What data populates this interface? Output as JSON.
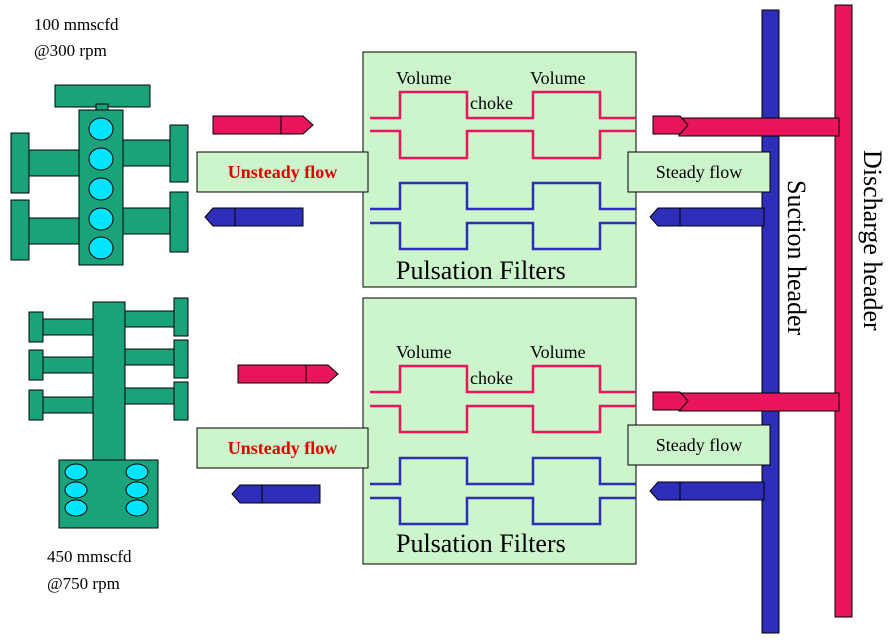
{
  "compressor_top": {
    "capacity": "100 mmscfd",
    "speed": "@300 rpm"
  },
  "compressor_bottom": {
    "capacity": "450 mmscfd",
    "speed": "@750 rpm"
  },
  "filter_top": {
    "title": "Pulsation Filters",
    "volume_left": "Volume",
    "volume_right": "Volume",
    "choke": "choke"
  },
  "filter_bottom": {
    "title": "Pulsation Filters",
    "volume_left": "Volume",
    "volume_right": "Volume",
    "choke": "choke"
  },
  "unsteady_top": "Unsteady flow",
  "unsteady_bottom": "Unsteady flow",
  "steady_top": "Steady flow",
  "steady_bottom": "Steady flow",
  "suction_header": "Suction header",
  "discharge_header": "Discharge header",
  "colors": {
    "discharge": "#e8155c",
    "suction": "#2e2eb8",
    "machine": "#1aa37a",
    "cylinder": "#00e5ff",
    "filter_bg": "#ccf5cc",
    "unsteady_text": "#e00000"
  }
}
